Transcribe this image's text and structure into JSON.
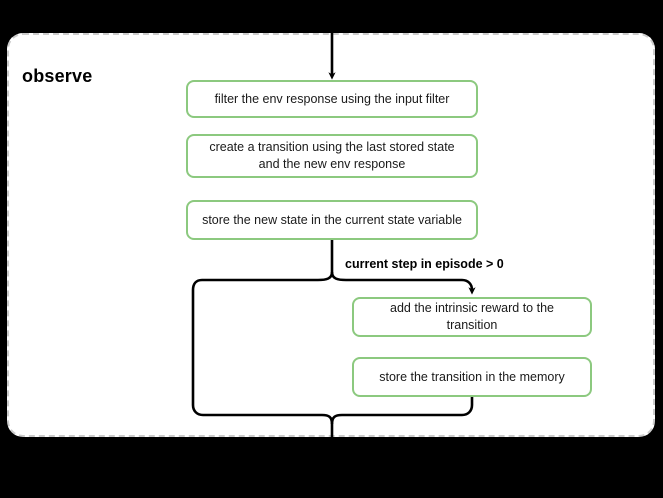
{
  "diagram": {
    "type": "flowchart",
    "background_color": "#000000",
    "subgraph": {
      "title": "observe",
      "border_style": "dashed",
      "border_color": "#cccccc",
      "fill_color": "#ffffff"
    },
    "node_style": {
      "border_color": "#8cc97f",
      "fill_color": "#ffffff",
      "text_color": "#1a1a1a"
    },
    "nodes": [
      {
        "id": "filter",
        "label": "filter the env response using the input filter"
      },
      {
        "id": "create",
        "label": "create a transition using the last stored state and the new env response"
      },
      {
        "id": "store_state",
        "label": "store the new state in the current state variable"
      },
      {
        "id": "intrinsic",
        "label": "add the intrinsic reward to the transition"
      },
      {
        "id": "store_memory",
        "label": "store the transition in the memory"
      }
    ],
    "edges": [
      {
        "from": "external-top",
        "to": "filter",
        "label": "",
        "arrow": true
      },
      {
        "from": "store_state",
        "to": "intrinsic",
        "label": "current step in episode > 0",
        "arrow": true
      },
      {
        "from": "store_state",
        "to": "merge",
        "label": "",
        "arrow": false
      },
      {
        "from": "store_memory",
        "to": "merge",
        "label": "",
        "arrow": false
      },
      {
        "from": "merge",
        "to": "external-bottom",
        "label": "",
        "arrow": false
      }
    ],
    "edge_labels": [
      "current step in episode > 0"
    ]
  }
}
